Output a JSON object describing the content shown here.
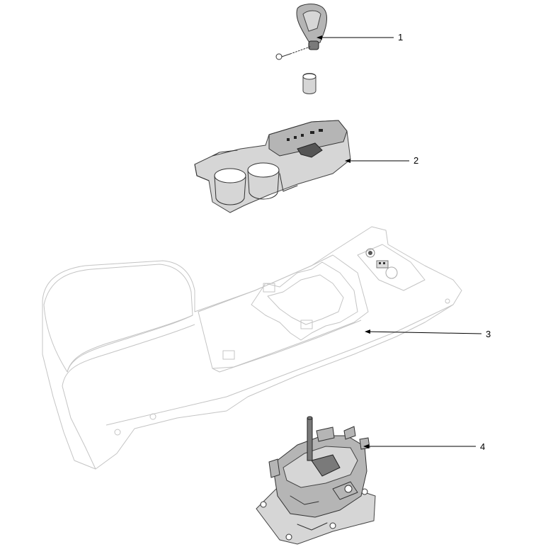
{
  "callouts": [
    {
      "id": "1",
      "label": "1"
    },
    {
      "id": "2",
      "label": "2"
    },
    {
      "id": "3",
      "label": "3"
    },
    {
      "id": "4",
      "label": "4"
    }
  ],
  "colors": {
    "line": "#000000",
    "ghost_outline": "#c4c4c4",
    "part_dark": "#7a7a7a",
    "part_mid": "#b5b5b5",
    "part_light": "#d6d6d6"
  }
}
